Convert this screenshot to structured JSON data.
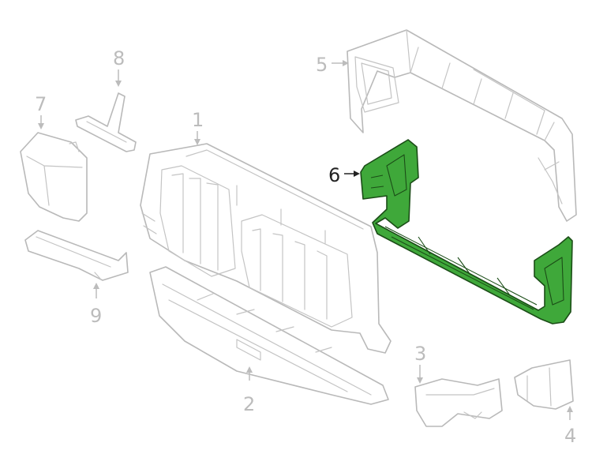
{
  "diagram": {
    "highlight_color": "#3fa83a",
    "part_color": "#b9b9b9",
    "active_label_color": "#222222",
    "labels": {
      "part_1": "1",
      "part_2": "2",
      "part_3": "3",
      "part_4": "4",
      "part_5": "5",
      "part_6": "6",
      "part_7": "7",
      "part_8": "8",
      "part_9": "9"
    }
  }
}
